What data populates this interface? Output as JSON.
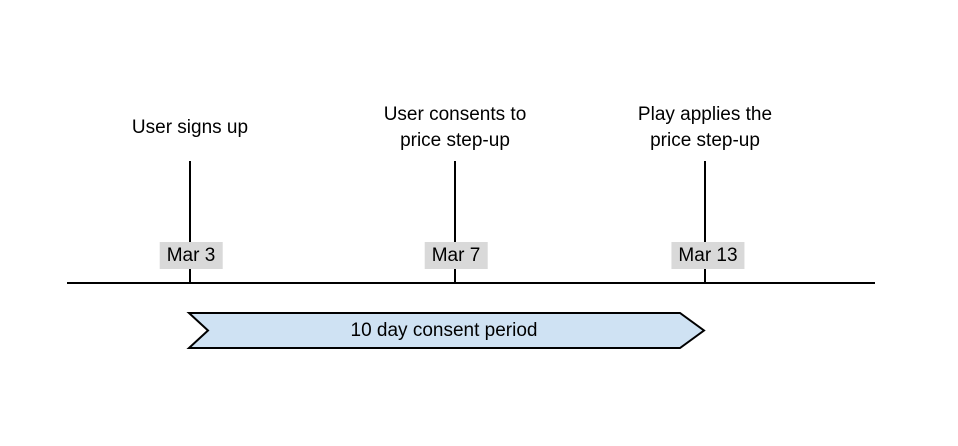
{
  "diagram": {
    "type": "timeline",
    "events": [
      {
        "label": "User signs up",
        "date": "Mar 3"
      },
      {
        "label": "User consents to\nprice step-up",
        "date": "Mar 7"
      },
      {
        "label": "Play applies the\nprice step-up",
        "date": "Mar 13"
      }
    ],
    "period_banner": {
      "label": "10 day consent period"
    },
    "colors": {
      "banner_fill": "#cfe2f3",
      "badge_bg": "#d9d9d9",
      "line": "#000000",
      "background": "#ffffff"
    }
  }
}
